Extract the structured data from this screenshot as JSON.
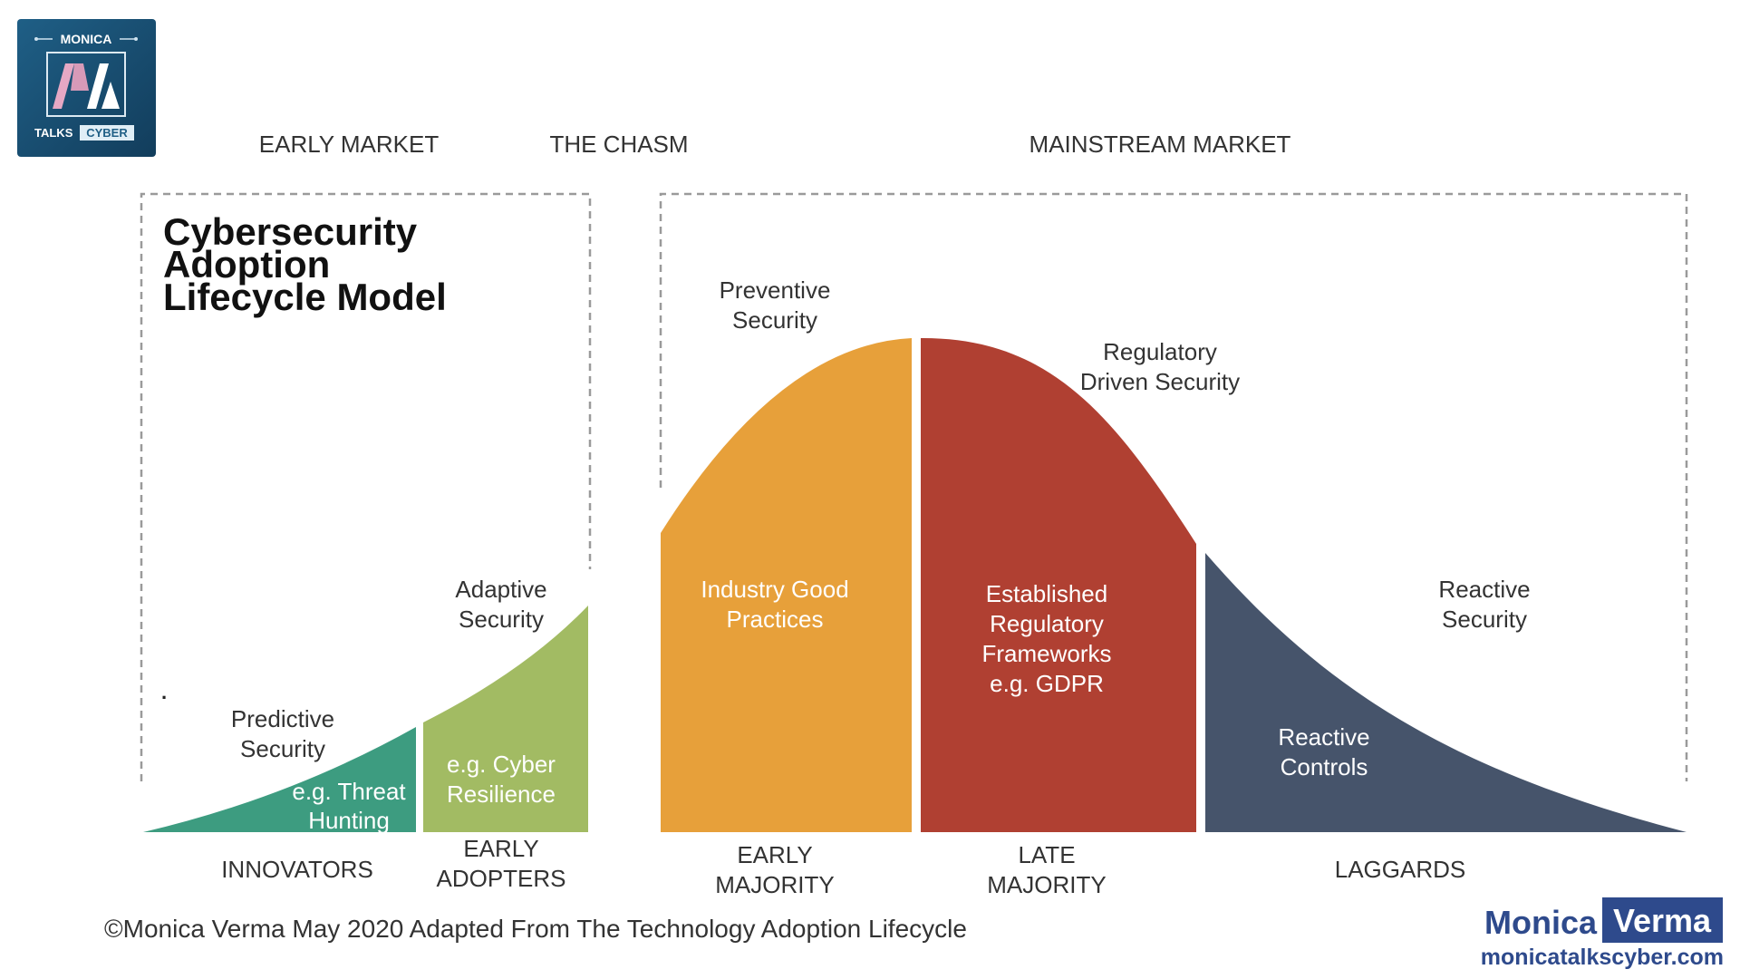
{
  "logo": {
    "top_text": "MONICA",
    "bottom_left": "TALKS",
    "bottom_right": "CYBER"
  },
  "markets": {
    "early": "EARLY MARKET",
    "chasm": "THE CHASM",
    "mainstream": "MAINSTREAM MARKET"
  },
  "title": [
    "Cybersecurity",
    "Adoption",
    "Lifecycle Model"
  ],
  "dot": ".",
  "segments": [
    {
      "name": "innovators",
      "color": "#3d9c80",
      "above": [
        "Predictive",
        "Security"
      ],
      "inner": [
        "e.g. Threat",
        "Hunting"
      ],
      "below": [
        "INNOVATORS"
      ]
    },
    {
      "name": "early-adopters",
      "color": "#a2bb63",
      "above": [
        "Adaptive",
        "Security"
      ],
      "inner": [
        "e.g. Cyber",
        "Resilience"
      ],
      "below": [
        "EARLY",
        "ADOPTERS"
      ]
    },
    {
      "name": "early-majority",
      "color": "#e7a03a",
      "above": [
        "Preventive",
        "Security"
      ],
      "inner": [
        "Industry Good",
        "Practices"
      ],
      "below": [
        "EARLY",
        "MAJORITY"
      ]
    },
    {
      "name": "late-majority",
      "color": "#b04032",
      "above": [
        "Regulatory",
        "Driven Security"
      ],
      "inner": [
        "Established",
        "Regulatory",
        "Frameworks",
        "e.g. GDPR"
      ],
      "below": [
        "LATE",
        "MAJORITY"
      ]
    },
    {
      "name": "laggards",
      "color": "#46546b",
      "above": [
        "Reactive",
        "Security"
      ],
      "inner": [
        "Reactive",
        "Controls"
      ],
      "below": [
        "LAGGARDS"
      ]
    }
  ],
  "footer": {
    "copyright": "©Monica Verma May 2020 Adapted From The Technology Adoption Lifecycle",
    "brand_first": "Monica",
    "brand_second": "Verma",
    "website": "monicatalkscyber.com",
    "brand_color": "#2e4a8c"
  }
}
